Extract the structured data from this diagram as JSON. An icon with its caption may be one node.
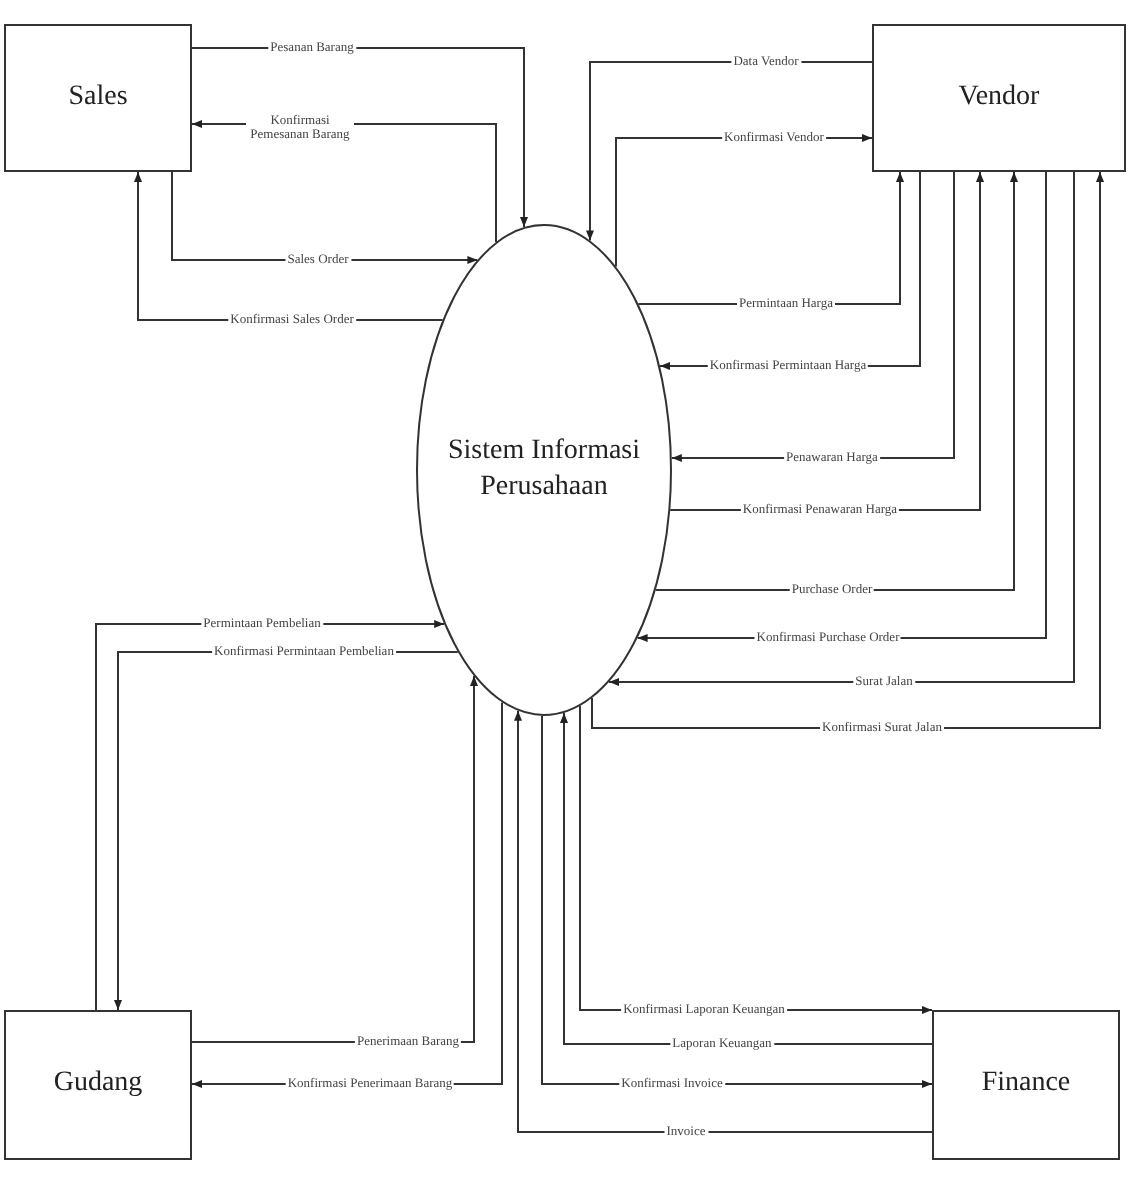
{
  "diagram": {
    "nodes": [
      {
        "text": [
          "Sales"
        ]
      },
      {
        "text": [
          "Vendor"
        ]
      },
      {
        "text": [
          "Sistem Informasi Perusahaan"
        ]
      },
      {
        "text": [
          "Gudang"
        ]
      },
      {
        "text": [
          "Finance"
        ]
      }
    ],
    "edges": [
      {
        "from": 0,
        "to": 2,
        "arrow": "to",
        "label": "Pesanan Barang"
      },
      {
        "from": 2,
        "to": 0,
        "arrow": "to",
        "label": "Konfirmasi Pemesanan Barang"
      },
      {
        "from": 0,
        "to": 2,
        "arrow": "to",
        "label": "Sales Order"
      },
      {
        "from": 2,
        "to": 0,
        "arrow": "to",
        "label": "Konfirmasi Sales Order"
      },
      {
        "from": 1,
        "to": 2,
        "arrow": "to",
        "label": "Data Vendor"
      },
      {
        "from": 2,
        "to": 1,
        "arrow": "to",
        "label": "Konfirmasi Vendor"
      },
      {
        "from": 2,
        "to": 1,
        "arrow": "to",
        "label": "Permintaan Harga"
      },
      {
        "from": 1,
        "to": 2,
        "arrow": "to",
        "label": "Konfirmasi Permintaan Harga"
      },
      {
        "from": 1,
        "to": 2,
        "arrow": "to",
        "label": "Penawaran Harga"
      },
      {
        "from": 2,
        "to": 1,
        "arrow": "to",
        "label": "Konfirmasi Penawaran Harga"
      },
      {
        "from": 2,
        "to": 1,
        "arrow": "to",
        "label": "Purchase Order"
      },
      {
        "from": 1,
        "to": 2,
        "arrow": "to",
        "label": "Konfirmasi Purchase Order"
      },
      {
        "from": 1,
        "to": 2,
        "arrow": "to",
        "label": "Surat Jalan"
      },
      {
        "from": 2,
        "to": 1,
        "arrow": "to",
        "label": "Konfirmasi Surat Jalan"
      },
      {
        "from": 3,
        "to": 2,
        "arrow": "to",
        "label": "Permintaan Pembelian"
      },
      {
        "from": 2,
        "to": 3,
        "arrow": "to",
        "label": "Konfirmasi Permintaan Pembelian"
      },
      {
        "from": 3,
        "to": 2,
        "arrow": "to",
        "label": "Penerimaan Barang"
      },
      {
        "from": 2,
        "to": 3,
        "arrow": "to",
        "label": "Konfirmasi Penerimaan Barang"
      },
      {
        "from": 2,
        "to": 4,
        "arrow": "to",
        "label": "Konfirmasi Laporan Keuangan"
      },
      {
        "from": 4,
        "to": 2,
        "arrow": "to",
        "label": "Laporan Keuangan"
      },
      {
        "from": 2,
        "to": 4,
        "arrow": "to",
        "label": "Konfirmasi Invoice"
      },
      {
        "from": 4,
        "to": 2,
        "arrow": "to",
        "label": "Invoice"
      }
    ]
  }
}
